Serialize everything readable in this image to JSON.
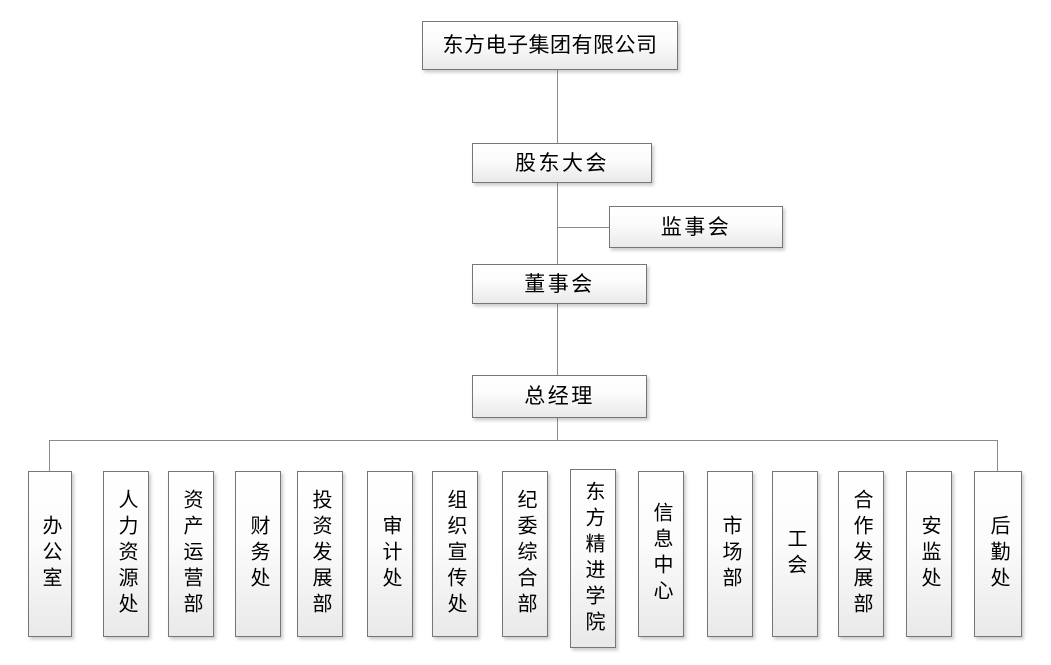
{
  "org": {
    "company": "东方电子集团有限公司",
    "shareholders_meeting": "股东大会",
    "supervisory_board": "监事会",
    "board_of_directors": "董事会",
    "general_manager": "总经理",
    "departments": [
      "办公室",
      "人力资源处",
      "资产运营部",
      "财务处",
      "投资发展部",
      "审计处",
      "组织宣传处",
      "纪委综合部",
      "东方精进学院",
      "信息中心",
      "市场部",
      "工会",
      "合作发展部",
      "安监处",
      "后勤处"
    ]
  },
  "colors": {
    "background": "#ffffff",
    "box_border": "#767676",
    "box_fill_top": "#ffffff",
    "box_fill_bottom": "#e9e9e9",
    "connector": "#8a8a8a",
    "text": "#000000"
  }
}
